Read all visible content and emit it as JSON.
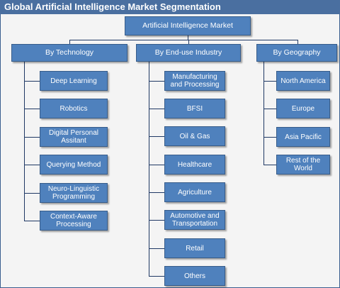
{
  "title": "Global Artificial Intelligence Market Segmentation",
  "root": "Artificial Intelligence Market",
  "categories": {
    "technology": {
      "label": "By Technology",
      "items": [
        "Deep Learning",
        "Robotics",
        "Digital Personal Assitant",
        "Querying Method",
        "Neuro-Linguistic Programming",
        "Context-Aware Processing"
      ]
    },
    "end_use": {
      "label": "By End-use Industry",
      "items": [
        "Manufacturing and Processing",
        "BFSI",
        "Oil & Gas",
        "Healthcare",
        "Agriculture",
        "Automotive and Transportation",
        "Retail",
        "Others"
      ]
    },
    "geography": {
      "label": "By Geography",
      "items": [
        "North America",
        "Europe",
        "Asia Pacific",
        "Rest of the World"
      ]
    }
  },
  "colors": {
    "box_fill": "#4f81bd",
    "box_border": "#385d8a",
    "title_bar": "#4a6fa0",
    "connector": "#1f3864",
    "background": "#f4f4f4"
  }
}
